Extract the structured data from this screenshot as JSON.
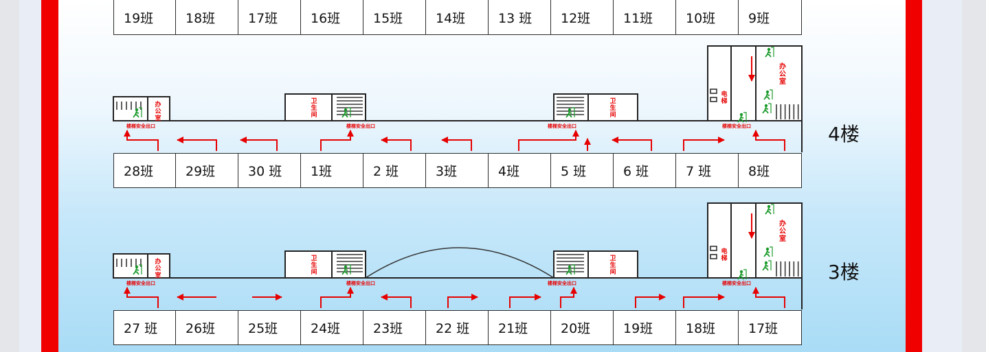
{
  "top_row": [
    "19班",
    "18班",
    "17班",
    "16班",
    "15班",
    "14班",
    "13 班",
    "12班",
    "11班",
    "10班",
    "9班"
  ],
  "floor4": {
    "label": "4楼",
    "classrooms": [
      "28班",
      "29班",
      "30 班",
      "1班",
      "2 班",
      "3班",
      "4班",
      "5 班",
      "6 班",
      "7 班",
      "8班"
    ]
  },
  "floor3": {
    "label": "3楼",
    "classrooms": [
      "27 班",
      "26班",
      "25班",
      "24班",
      "23班",
      "22 班",
      "21班",
      "20班",
      "19班",
      "18班",
      "17班"
    ]
  },
  "facility_labels": {
    "office": "办公室",
    "restroom": "卫生间",
    "elevator": "电梯",
    "exit": "楼梯安全出口"
  },
  "colors": {
    "frame": "#f10000",
    "arrow": "#e60000",
    "exit_green": "#1a9a2a"
  },
  "icons": [
    "emergency-exit-icon",
    "arrow-icon",
    "staircase-icon"
  ]
}
